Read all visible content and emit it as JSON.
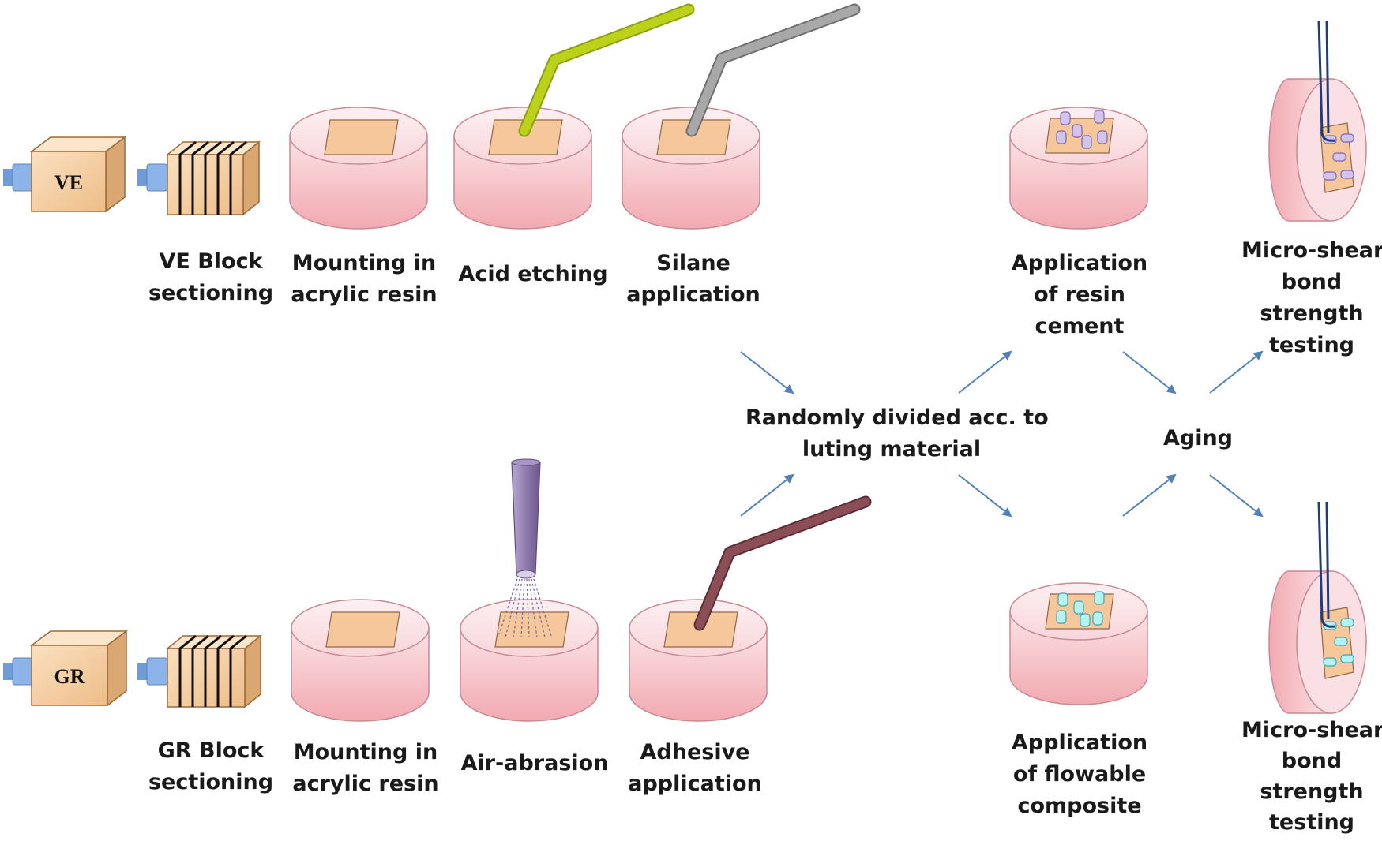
{
  "top_row": {
    "block_letters": "VE",
    "sectioning": [
      "VE Block",
      "sectioning"
    ],
    "mounting": [
      "Mounting in",
      "acrylic resin"
    ],
    "treatment": [
      "Acid etching"
    ],
    "primer": [
      "Silane",
      "application"
    ]
  },
  "bottom_row": {
    "block_letters": "GR",
    "sectioning": [
      "GR Block",
      "sectioning"
    ],
    "mounting": [
      "Mounting in",
      "acrylic resin"
    ],
    "treatment": [
      "Air-abrasion"
    ],
    "primer": [
      "Adhesive",
      "application"
    ]
  },
  "center": {
    "division": [
      "Randomly divided acc. to",
      "luting material"
    ]
  },
  "luting": {
    "resin_cement": [
      "Application",
      "of resin",
      "cement"
    ],
    "flowable": [
      "Application",
      "of flowable",
      "composite"
    ]
  },
  "aging": [
    "Aging"
  ],
  "testing_top": [
    "Micro-shear",
    "bond",
    "strength",
    "testing"
  ],
  "testing_bottom": [
    "Micro-shear",
    "bond",
    "strength",
    "testing"
  ],
  "colors": {
    "block_face": "#f5ca98",
    "resin_pink": "#f6c2c8",
    "tile": "#f6c79a",
    "acid_applicator": "#bcd21a",
    "silane_applicator": "#9e9e9e",
    "adhesive_applicator": "#8c4e56",
    "nozzle": "#9a86b6",
    "arrow": "#4f81bd",
    "resin_cement_cylinder": "#c7b7e8",
    "flowable_cylinder": "#a7eef0",
    "wire": "#1f3d7a"
  }
}
